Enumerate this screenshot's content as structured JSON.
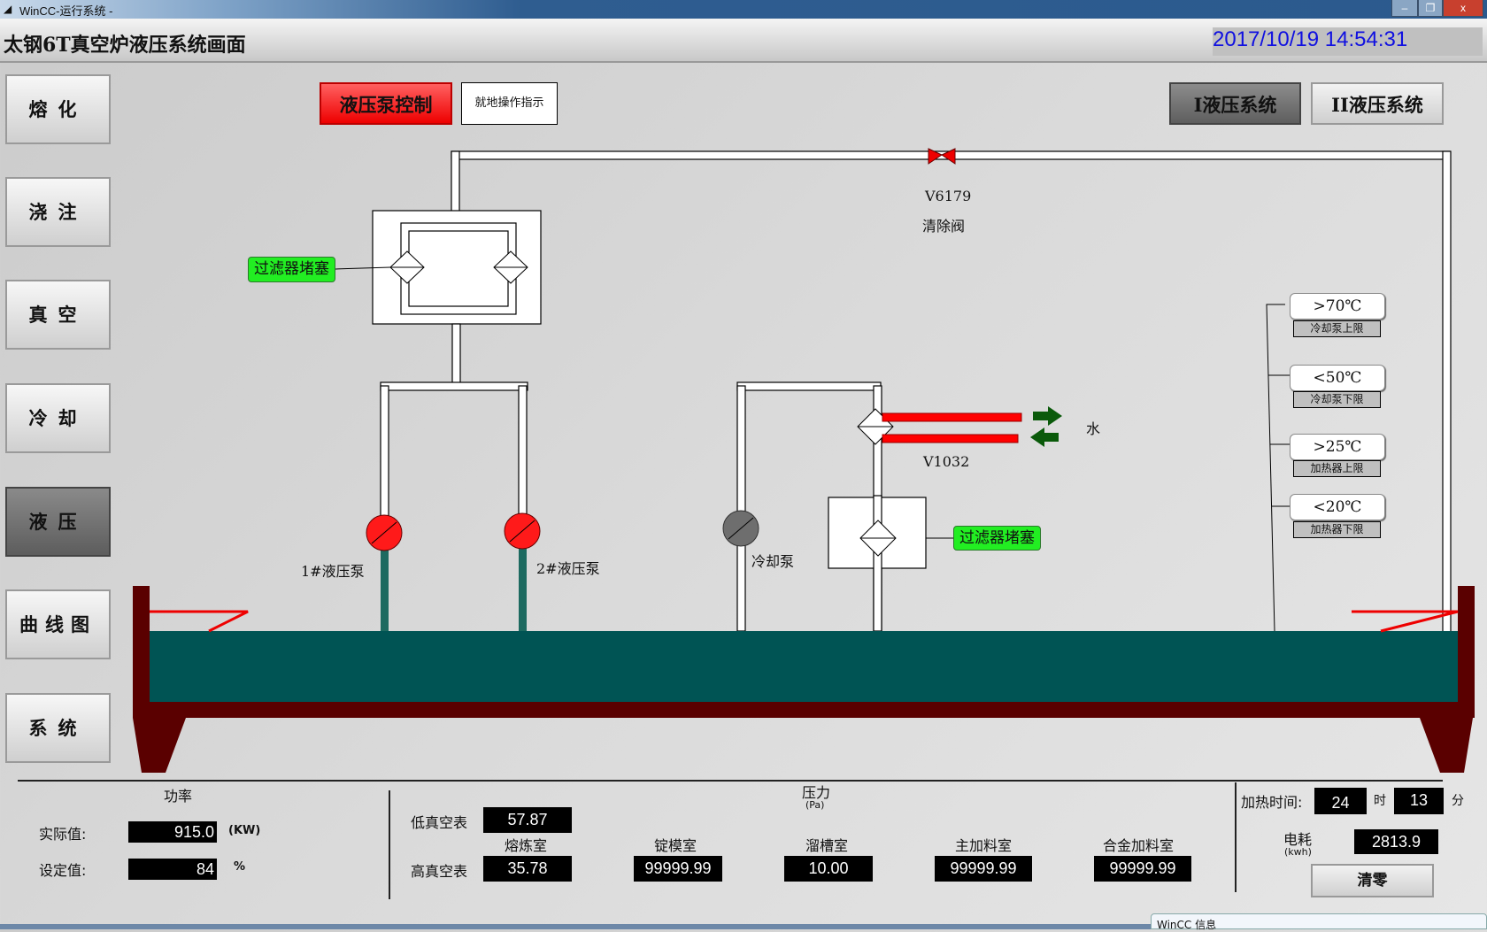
{
  "window": {
    "title": "WinCC-运行系统 -",
    "minimize": "–",
    "restore": "❐",
    "close": "x"
  },
  "header": {
    "title": "太钢6T真空炉液压系统画面",
    "datetime": "2017/10/19 14:54:31"
  },
  "sidebar": {
    "items": [
      {
        "label": "熔化"
      },
      {
        "label": "浇注"
      },
      {
        "label": "真空"
      },
      {
        "label": "冷却"
      },
      {
        "label": "液压",
        "active": true
      },
      {
        "label": "曲线图"
      },
      {
        "label": "系统"
      }
    ]
  },
  "controls": {
    "pump_control": "液压泵控制",
    "local_indicator": "就地操作指示",
    "system1": "I液压系统",
    "system2": "II液压系统"
  },
  "diagram": {
    "valve_id": "V6179",
    "valve_name": "清除阀",
    "filter_alarm_1": "过滤器堵塞",
    "filter_alarm_2": "过滤器堵塞",
    "pump1": "1#液压泵",
    "pump2": "2#液压泵",
    "cooling_pump": "冷却泵",
    "exchanger_id": "V1032",
    "water": "水",
    "colors": {
      "pump_on": "#ff1a1a",
      "pump_off": "#6e6e6e",
      "tank": "#005454",
      "tank_frame": "#5a0000",
      "alarm": "#22ee22"
    }
  },
  "temperature": [
    {
      "value": ">70℃",
      "label": "冷却泵上限"
    },
    {
      "value": "<50℃",
      "label": "冷却泵下限"
    },
    {
      "value": ">25℃",
      "label": "加热器上限"
    },
    {
      "value": "<20℃",
      "label": "加热器下限"
    }
  ],
  "power": {
    "title": "功率",
    "actual_label": "实际值:",
    "actual": "915.0",
    "actual_unit": "(KW)",
    "setpoint_label": "设定值:",
    "setpoint": "84",
    "setpoint_unit": "%"
  },
  "pressure": {
    "title": "压力",
    "unit": "(Pa)",
    "low_vac_label": "低真空表",
    "low_vac": "57.87",
    "high_vac_label": "高真空表",
    "rooms": [
      {
        "name": "熔炼室",
        "value": "35.78"
      },
      {
        "name": "锭模室",
        "value": "99999.99"
      },
      {
        "name": "溜槽室",
        "value": "10.00"
      },
      {
        "name": "主加料室",
        "value": "99999.99"
      },
      {
        "name": "合金加料室",
        "value": "99999.99"
      }
    ]
  },
  "heating": {
    "label": "加热时间:",
    "hours": "24",
    "hours_unit": "时",
    "minutes": "13",
    "minutes_unit": "分",
    "energy_label": "电耗",
    "energy_unit": "(kwh)",
    "energy": "2813.9",
    "reset": "清零"
  },
  "taskbar": {
    "popup": "WinCC 信息"
  }
}
